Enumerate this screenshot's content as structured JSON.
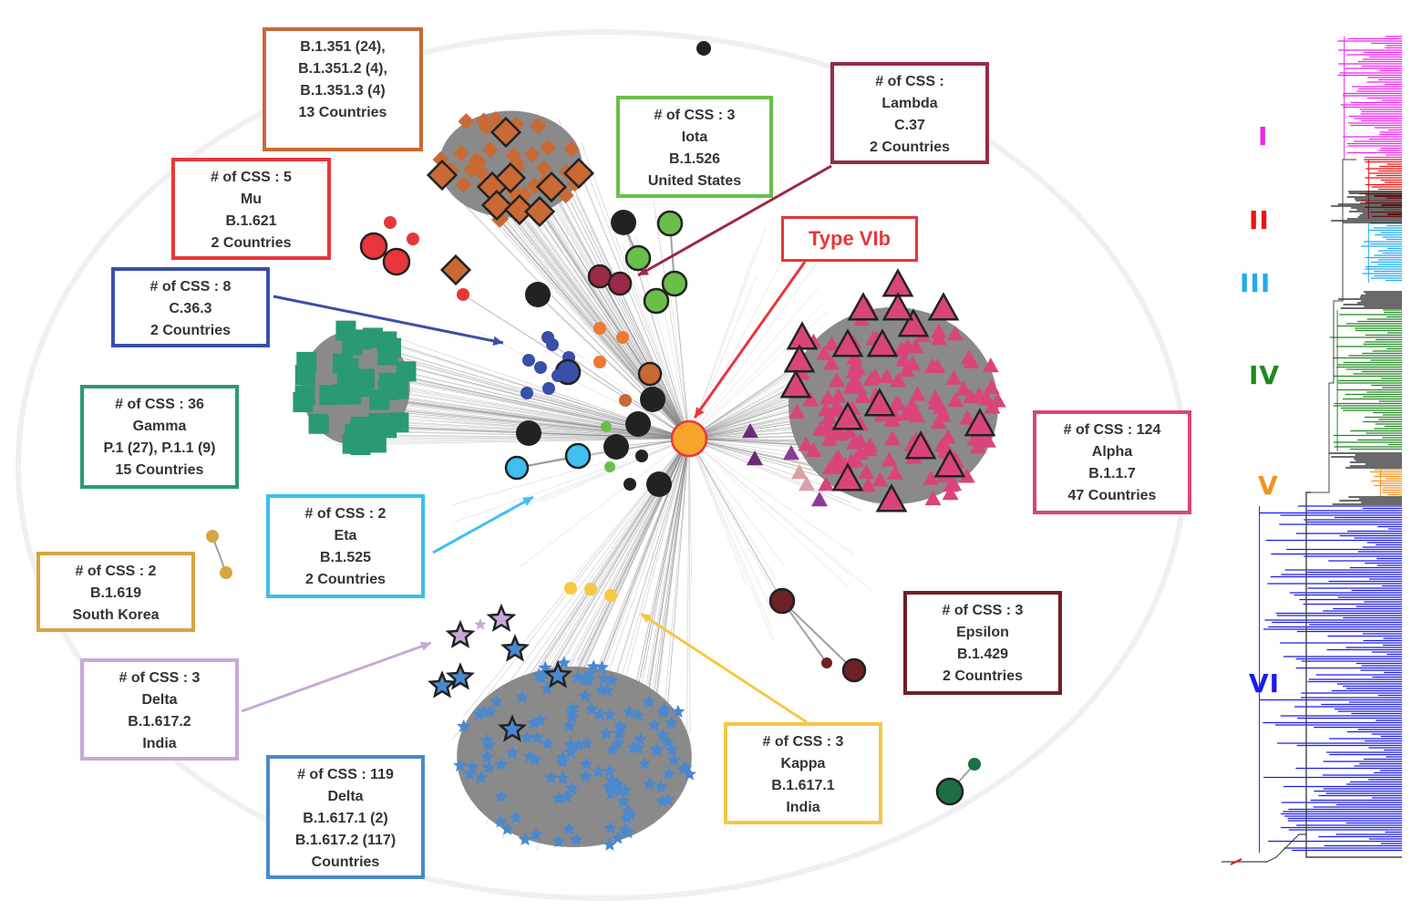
{
  "callout": {
    "label": "Type VIb",
    "color": "#e8363b"
  },
  "hub": {
    "color": "#f5a52c",
    "outline": "#e8363b"
  },
  "clusters": [
    {
      "id": "beta",
      "lines": [
        "B.1.351 (24),",
        "B.1.351.2 (4),",
        "B.1.351.3 (4)",
        "13 Countries"
      ],
      "color": "#c96a35",
      "shape": "diamond"
    },
    {
      "id": "mu",
      "lines": [
        "# of CSS : 5",
        "Mu",
        "B.1.621",
        "2 Countries"
      ],
      "color": "#e8363b",
      "shape": "circle"
    },
    {
      "id": "iota",
      "lines": [
        "# of CSS : 3",
        "Iota",
        "B.1.526",
        "United States"
      ],
      "color": "#6abf4b",
      "shape": "circle"
    },
    {
      "id": "lambda",
      "lines": [
        "# of CSS : ",
        "Lambda",
        "C.37",
        "2 Countries"
      ],
      "color": "#9a2a45",
      "shape": "circle"
    },
    {
      "id": "c363",
      "lines": [
        "# of CSS : 8",
        "C.36.3",
        "2 Countries"
      ],
      "color": "#3a4fa8",
      "shape": "circle"
    },
    {
      "id": "gamma",
      "lines": [
        "# of CSS : 36",
        "Gamma",
        "P.1 (27), P.1.1 (9)",
        "15 Countries"
      ],
      "color": "#2a9a72",
      "shape": "square"
    },
    {
      "id": "eta",
      "lines": [
        "# of CSS : 2",
        "Eta",
        "B.1.525",
        "2 Countries"
      ],
      "color": "#3dbff0",
      "shape": "circle"
    },
    {
      "id": "b1619",
      "lines": [
        "# of CSS : 2",
        "B.1.619",
        "South Korea"
      ],
      "color": "#d8a543",
      "shape": "circle"
    },
    {
      "id": "delta_small",
      "lines": [
        "# of CSS : 3",
        "Delta",
        "B.1.617.2",
        "India"
      ],
      "color": "#c9a8d8",
      "shape": "star"
    },
    {
      "id": "delta",
      "lines": [
        "# of CSS : 119",
        "Delta",
        "B.1.617.1 (2)",
        "B.1.617.2 (117)",
        "Countries"
      ],
      "color": "#4a88cf",
      "shape": "star"
    },
    {
      "id": "kappa",
      "lines": [
        "# of CSS : 3",
        "Kappa",
        "B.1.617.1",
        "India"
      ],
      "color": "#f5c842",
      "shape": "circle"
    },
    {
      "id": "epsilon",
      "lines": [
        "# of CSS : 3",
        "Epsilon",
        "B.1.429",
        "2 Countries"
      ],
      "color": "#6e2125",
      "shape": "circle"
    },
    {
      "id": "alpha",
      "lines": [
        "# of CSS : 124",
        "Alpha",
        "B.1.1.7",
        "47 Countries"
      ],
      "color": "#d9457a",
      "shape": "triangle"
    }
  ],
  "dendrogram": {
    "clades": [
      {
        "label": "I",
        "color": "#ee22ee"
      },
      {
        "label": "II",
        "color": "#ee1111"
      },
      {
        "label": "III",
        "color": "#22aaee"
      },
      {
        "label": "IV",
        "color": "#228822"
      },
      {
        "label": "V",
        "color": "#f5901e"
      },
      {
        "label": "VI",
        "color": "#1a1aee"
      }
    ]
  }
}
